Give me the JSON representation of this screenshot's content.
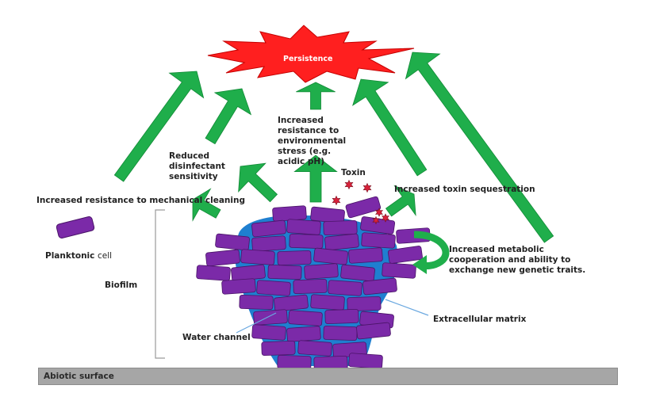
{
  "diagram": {
    "surface_label": "Abiotic surface",
    "outcome": "Persistence",
    "labels": {
      "mechanical": "Increased resistance to mechanical cleaning",
      "disinfectant": "Reduced disinfectant sensitivity",
      "environmental": "Increased resistance to environmental stress (e.g. acidic pH)",
      "toxin": "Toxin",
      "sequestration": "Increased toxin sequestration",
      "cooperation": "Increased metabolic cooperation and ability to exchange new genetic traits.",
      "planktonic": "Planktonic",
      "planktonic_cell": "cell",
      "biofilm": "Biofilm",
      "water_channel": "Water channel",
      "matrix": "Extracellular matrix"
    },
    "colors": {
      "arrow": "#1fae4b",
      "arrow_stroke": "#118a36",
      "cell": "#7b2aa8",
      "cell_stroke": "#4a1468",
      "matrix": "#1f7fd0",
      "burst": "#ff1f1f",
      "toxin_star": "#d8213a",
      "surface": "#a6a6a6"
    }
  }
}
